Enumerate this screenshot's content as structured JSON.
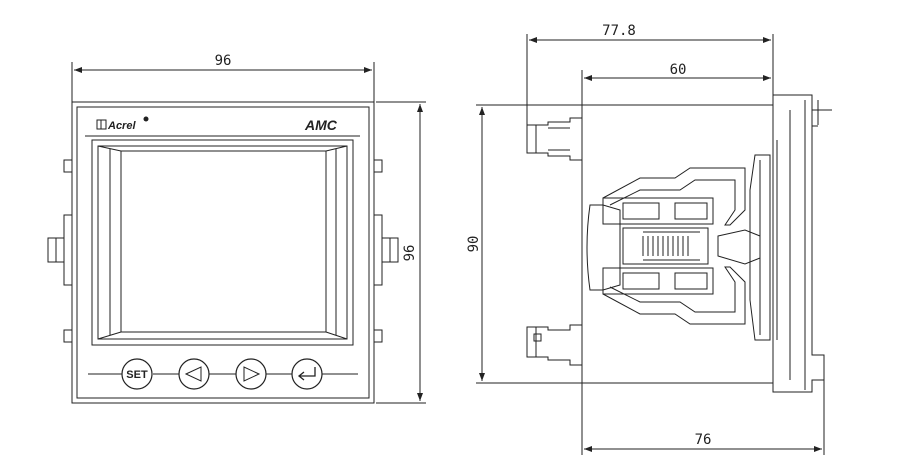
{
  "front_view": {
    "brand_logo": "Acrel",
    "model_label": "AMC",
    "width_dimension": "96",
    "height_dimension": "96",
    "keypad": {
      "keys": [
        {
          "name": "set",
          "label": "SET"
        },
        {
          "name": "left",
          "label": ""
        },
        {
          "name": "right",
          "label": ""
        },
        {
          "name": "enter",
          "label": ""
        }
      ]
    }
  },
  "side_view": {
    "overall_depth_dimension": "77.8",
    "body_depth_dimension": "60",
    "height_dimension": "90",
    "bottom_depth_dimension": "76"
  }
}
